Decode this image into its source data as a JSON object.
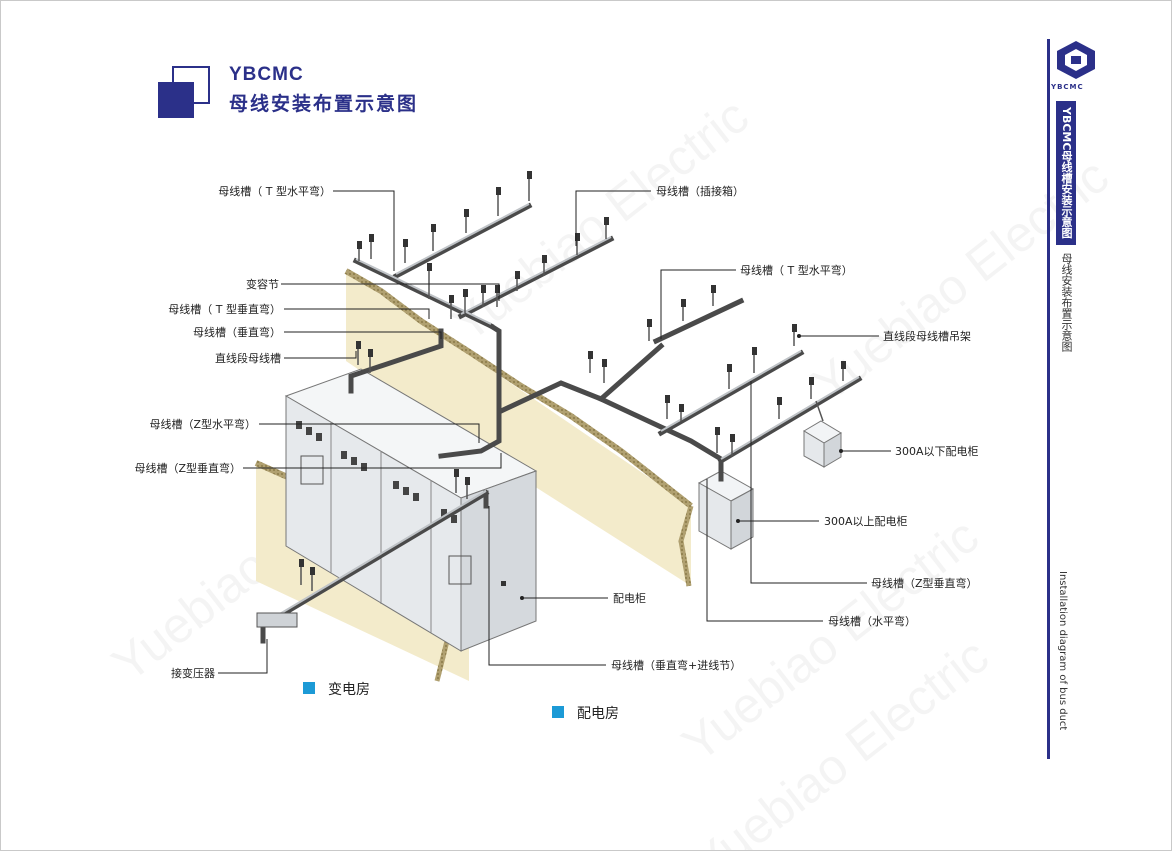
{
  "header": {
    "brand": "YBCMC",
    "title": "母线安装布置示意图"
  },
  "side": {
    "logo_text": "YBCMC",
    "tag": "YBCMC母线槽安装示意图",
    "cn_caption": "母线安装布置示意图",
    "en_caption": "Installation diagram of bus duct"
  },
  "watermark": "Yuebiao Electric",
  "labels": {
    "t_horizontal_left": "母线槽（ T 型水平弯）",
    "plug_box": "母线槽（插接箱）",
    "expansion": "变容节",
    "t_vertical": "母线槽（ T 型垂直弯）",
    "vertical_bend": "母线槽（垂直弯）",
    "straight": "直线段母线槽",
    "t_horizontal_right": "母线槽（ T 型水平弯）",
    "hanger": "直线段母线槽吊架",
    "z_horizontal": "母线槽（Z型水平弯）",
    "z_vertical_left": "母线槽（Z型垂直弯）",
    "below_300a": "300A以下配电柜",
    "above_300a": "300A以上配电柜",
    "switchgear": "配电柜",
    "z_vertical_right": "母线槽（Z型垂直弯）",
    "horizontal_bend": "母线槽（水平弯）",
    "transformer": "接变压器",
    "vertical_inlet": "母线槽（垂直弯+进线节）"
  },
  "legend": [
    {
      "label": "变电房",
      "color": "#1c9ad6"
    },
    {
      "label": "配电房",
      "color": "#1c9ad6"
    }
  ],
  "colors": {
    "brand": "#2b3089",
    "wall": "#f3ebcb",
    "cabinet": "#e9ecef",
    "duct": "#4a4a4a"
  }
}
